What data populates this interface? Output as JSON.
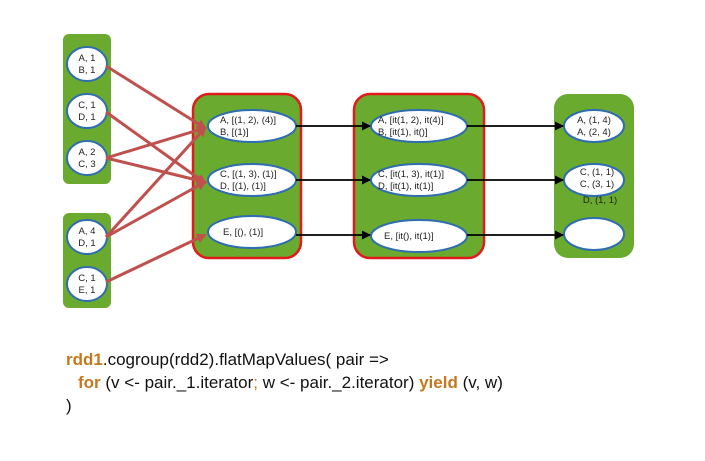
{
  "partitions": {
    "rdd1_p1": [
      "A, 1",
      "B, 1"
    ],
    "rdd1_p2": [
      "C, 1",
      "D, 1"
    ],
    "rdd1_p3": [
      "A, 2",
      "C, 3"
    ],
    "rdd2_p1": [
      "A, 4",
      "D, 1"
    ],
    "rdd2_p2": [
      "C, 1",
      "E, 1"
    ],
    "cogroup_p1": [
      "A, [(1, 2), (4)]",
      "B, [(1)]"
    ],
    "cogroup_p2": [
      "C, [(1, 3), (1)]",
      "D, [(1), (1)]"
    ],
    "cogroup_p3": [
      "E, [(), (1)]"
    ],
    "iter_p1": [
      "A, [it(1, 2), it(4)]",
      "B, [it(1), it()]"
    ],
    "iter_p2": [
      "C, [it(1, 3), it(1)]",
      "D, [it(1), it(1)]"
    ],
    "iter_p3": [
      "E, [it(), it(1)]"
    ],
    "result_p1": [
      "A, (1, 4)",
      "A, (2, 4)"
    ],
    "result_p2": [
      "C, (1, 1)",
      "C, (3, 1)",
      "D, (1, 1)"
    ],
    "result_p3": []
  },
  "code": {
    "l1_ident": "rdd1",
    "l1_rest": ".cogroup(rdd2).flatMapValues( pair =>",
    "l2_kw1": "for",
    "l2_a": " (v <- pair._1.iterator",
    "l2_semi": ";",
    "l2_b": " w <- pair._2.iterator) ",
    "l2_kw2": "yield",
    "l2_c": " (v, w)",
    "l3": ")"
  },
  "colors": {
    "partition_green": "#6aaa2e",
    "stage_border_red": "#e01b1b",
    "ellipse_border_blue": "#2e6db0",
    "shuffle_arrow_red": "#c0504d",
    "keyword_orange": "#c6781e"
  }
}
